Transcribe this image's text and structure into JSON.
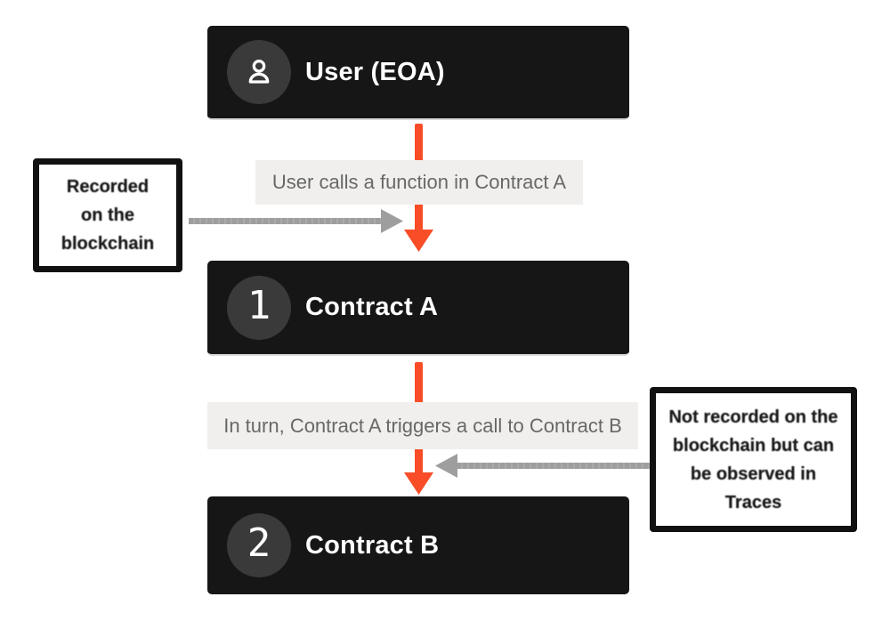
{
  "colors": {
    "page_bg": "#ffffff",
    "node_bg": "#161616",
    "badge_bg": "#3a3a3a",
    "accent_orange": "#f94d27",
    "arrow_gray": "#9e9e9e",
    "label_bg": "#f0efed",
    "label_text": "#686868",
    "callout_border": "#111111",
    "callout_text": "#1a1a1a",
    "node_bottom_edge": "#d9d9d9"
  },
  "nodes": [
    {
      "id": "user",
      "title": "User (EOA)",
      "badge_icon": "user-icon"
    },
    {
      "id": "contract-a",
      "title": "Contract A",
      "badge": "1"
    },
    {
      "id": "contract-b",
      "title": "Contract B",
      "badge": "2"
    }
  ],
  "edges": [
    {
      "label": "User calls a function in Contract A"
    },
    {
      "label": "In turn, Contract A triggers a call to Contract B"
    }
  ],
  "annotations": [
    {
      "side": "left",
      "lines": [
        "Recorded",
        "on the",
        "blockchain"
      ]
    },
    {
      "side": "right",
      "lines": [
        "Not recorded on the",
        "blockchain but can",
        "be observed in",
        "Traces"
      ]
    }
  ]
}
